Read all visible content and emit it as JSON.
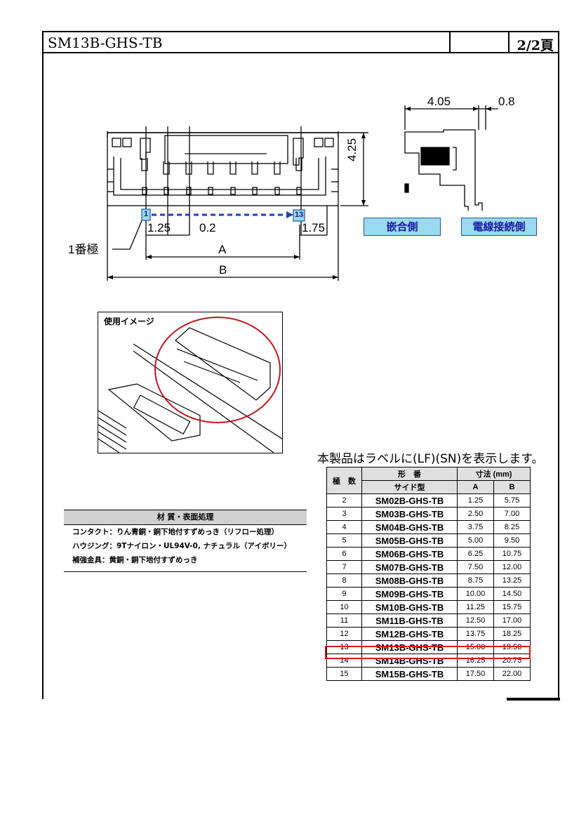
{
  "header": {
    "title": "SM13B-GHS-TB",
    "page": "2/2頁"
  },
  "drawing": {
    "dim_405": "4.05",
    "dim_08": "0.8",
    "dim_425": "4.25",
    "pin_first": "1",
    "pin_last": "13",
    "dim_125": "1.25",
    "dim_02": "0.2",
    "dim_175": "1.75",
    "dim_a": "A",
    "dim_b": "B",
    "pin1_label": "1番極",
    "label_mating": "嵌合側",
    "label_wire": "電線接続側"
  },
  "image": {
    "caption": "使用イメージ"
  },
  "materials": {
    "heading": "材 質・表面処理",
    "lines": [
      "コンタクト：りん青銅・銅下地付すずめっき（リフロー処理）",
      "ハウジング：9Tナイロン・UL94V-0, ナチュラル（アイボリー）",
      "補強金具：黄銅・銅下地付すずめっき"
    ]
  },
  "notice": "本製品はラベルに(LF)(SN)を表示します。",
  "table": {
    "col_poles": "極　数",
    "col_model": "形　番",
    "col_model_sub": "サイド型",
    "col_dims": "寸法 (mm)",
    "col_a": "A",
    "col_b": "B",
    "rows": [
      {
        "poles": "2",
        "model": "SM02B-GHS-TB",
        "a": "1.25",
        "b": "5.75"
      },
      {
        "poles": "3",
        "model": "SM03B-GHS-TB",
        "a": "2.50",
        "b": "7.00"
      },
      {
        "poles": "4",
        "model": "SM04B-GHS-TB",
        "a": "3.75",
        "b": "8.25"
      },
      {
        "poles": "5",
        "model": "SM05B-GHS-TB",
        "a": "5.00",
        "b": "9.50"
      },
      {
        "poles": "6",
        "model": "SM06B-GHS-TB",
        "a": "6.25",
        "b": "10.75"
      },
      {
        "poles": "7",
        "model": "SM07B-GHS-TB",
        "a": "7.50",
        "b": "12.00"
      },
      {
        "poles": "8",
        "model": "SM08B-GHS-TB",
        "a": "8.75",
        "b": "13.25"
      },
      {
        "poles": "9",
        "model": "SM09B-GHS-TB",
        "a": "10.00",
        "b": "14.50"
      },
      {
        "poles": "10",
        "model": "SM10B-GHS-TB",
        "a": "11.25",
        "b": "15.75"
      },
      {
        "poles": "11",
        "model": "SM11B-GHS-TB",
        "a": "12.50",
        "b": "17.00"
      },
      {
        "poles": "12",
        "model": "SM12B-GHS-TB",
        "a": "13.75",
        "b": "18.25"
      },
      {
        "poles": "13",
        "model": "SM13B-GHS-TB",
        "a": "15.00",
        "b": "19.50"
      },
      {
        "poles": "14",
        "model": "SM14B-GHS-TB",
        "a": "16.25",
        "b": "20.75"
      },
      {
        "poles": "15",
        "model": "SM15B-GHS-TB",
        "a": "17.50",
        "b": "22.00"
      }
    ]
  },
  "colors": {
    "label_bg": "#9ad9ee",
    "label_text": "#1a1aa0",
    "highlight": "#d8141c",
    "arrow": "#1a3fc0"
  }
}
